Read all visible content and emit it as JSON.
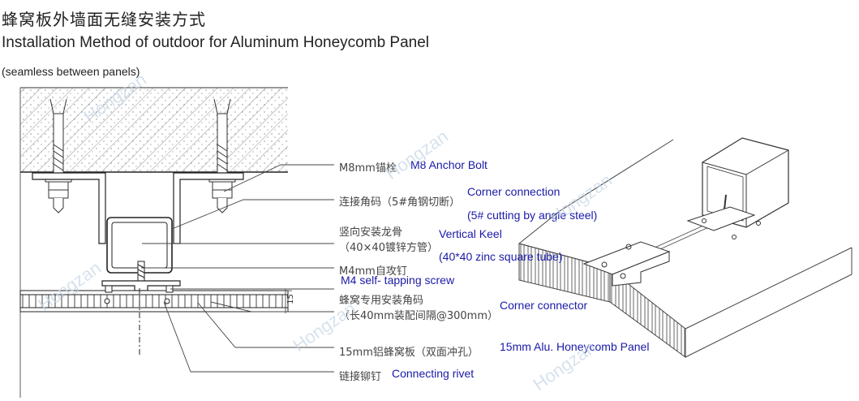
{
  "header": {
    "title_cn": "蜂窝板外墙面无缝安装方式",
    "title_en": "Installation Method of outdoor for Aluminum Honeycomb Panel",
    "subtitle": "(seamless between panels)"
  },
  "labels": {
    "anchor_cn": "M8mm锚栓",
    "anchor_en": "M8 Anchor Bolt",
    "corner_cn": "连接角码（5#角钢切断）",
    "corner_en": "Corner connection",
    "corner_en2": "(5# cutting by angle steel)",
    "keel_cn1": "竖向安装龙骨",
    "keel_cn2": "（40×40镀锌方管）",
    "keel_en": "Vertical Keel",
    "keel_en2": "(40*40 zinc square tube)",
    "screw_cn": "M4mm自攻钉",
    "screw_en": "M4 self- tapping screw",
    "connector_cn1": "蜂窝专用安装角码",
    "connector_cn2": "（长40mm装配间隔@300mm）",
    "connector_en": "Corner connector",
    "panel_cn": "15mm铝蜂窝板（双面冲孔）",
    "panel_en": "15mm Alu. Honeycomb Panel",
    "rivet_cn": "链接铆钉",
    "rivet_en": "Connecting rivet",
    "dim_15": "15"
  },
  "watermark": "Hongzan"
}
